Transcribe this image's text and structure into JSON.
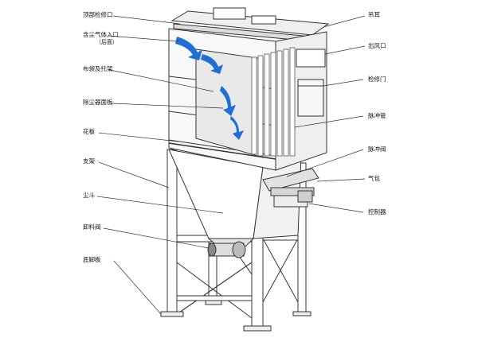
{
  "diagram": {
    "left_labels": [
      {
        "id": "top-access-door",
        "text": "顶部检修口"
      },
      {
        "id": "dusty-gas-inlet",
        "text": "含尘气体入口"
      },
      {
        "id": "dusty-gas-inlet-note",
        "text": "（后面）"
      },
      {
        "id": "bag-and-cage",
        "text": "布袋及托架"
      },
      {
        "id": "collector-panel",
        "text": "除尘器面板"
      },
      {
        "id": "tube-sheet",
        "text": "花板"
      },
      {
        "id": "support-frame",
        "text": "支架"
      },
      {
        "id": "dust-hopper",
        "text": "尘斗"
      },
      {
        "id": "discharge-valve",
        "text": "卸料阀"
      },
      {
        "id": "base-plate",
        "text": "底脚板"
      }
    ],
    "right_labels": [
      {
        "id": "lifting-lug",
        "text": "吊耳"
      },
      {
        "id": "air-outlet",
        "text": "出风口"
      },
      {
        "id": "access-door",
        "text": "检修门"
      },
      {
        "id": "pulse-pipe",
        "text": "脉冲管"
      },
      {
        "id": "pulse-valve",
        "text": "脉冲阀"
      },
      {
        "id": "air-header",
        "text": "气包"
      },
      {
        "id": "controller",
        "text": "控制器"
      }
    ],
    "colors": {
      "line": "#333333",
      "arrow": "#1f6fd6",
      "panel_fill": "#f4f4f4",
      "shade": "#d9d9d9"
    }
  }
}
